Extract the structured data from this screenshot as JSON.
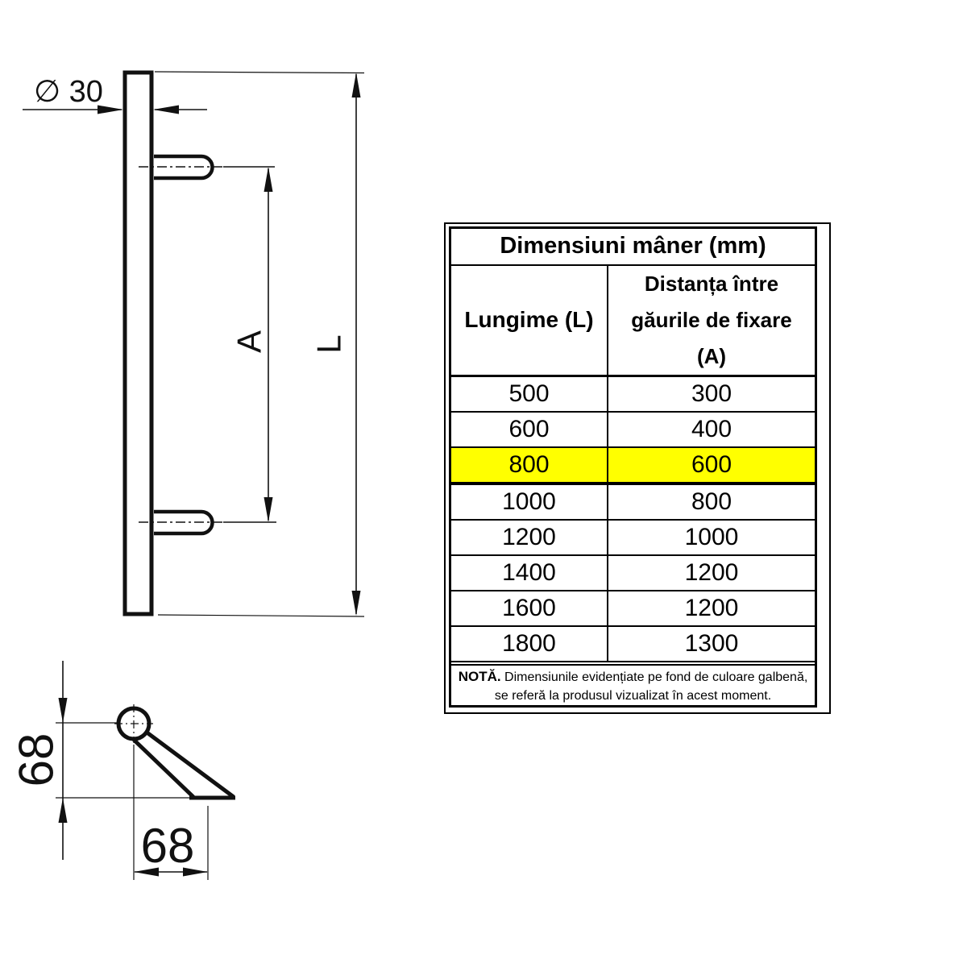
{
  "drawing": {
    "front_view": {
      "diameter_label": "∅ 30",
      "hole_distance_label": "A",
      "length_label": "L"
    },
    "side_view": {
      "height_label": "68",
      "depth_label": "68"
    }
  },
  "table": {
    "title": "Dimensiuni mâner (mm)",
    "columns": {
      "length": "Lungime (L)",
      "distance": "Distanța între\ngăurile de fixare\n(A)"
    },
    "rows": [
      [
        "500",
        "300"
      ],
      [
        "600",
        "400"
      ],
      [
        "800",
        "600"
      ],
      [
        "1000",
        "800"
      ],
      [
        "1200",
        "1000"
      ],
      [
        "1400",
        "1200"
      ],
      [
        "1600",
        "1200"
      ],
      [
        "1800",
        "1300"
      ]
    ],
    "highlighted_row_index": 2,
    "note": {
      "label": "NOTĂ.",
      "text": " Dimensiunile evidențiate pe fond de culoare galbenă, se referă la produsul vizualizat în acest moment."
    }
  },
  "colors": {
    "highlight": "#ffff00",
    "line": "#111111",
    "background": "#ffffff"
  }
}
